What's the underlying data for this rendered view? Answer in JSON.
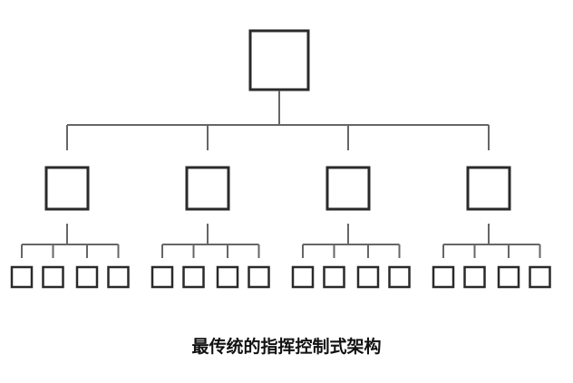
{
  "caption": "最传统的指挥控制式架构",
  "structure": {
    "levels": 3,
    "second_level_count": 4,
    "third_level_per_group": 4
  },
  "colors": {
    "box": "#2a2a2a",
    "line": "#666666"
  }
}
